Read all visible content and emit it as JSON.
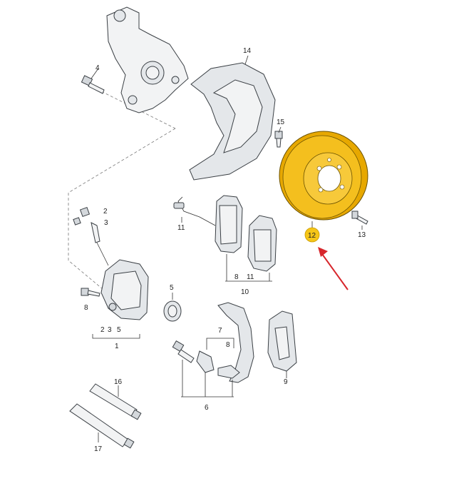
{
  "labels": {
    "l1": "1",
    "l2": "2",
    "l3": "3",
    "l4": "4",
    "l5": "5",
    "l6": "6",
    "l7": "7",
    "l8a": "8",
    "l8b": "8",
    "l8c": "8",
    "l9": "9",
    "l10": "10",
    "l11a": "11",
    "l11b": "11",
    "l12": "12",
    "l13": "13",
    "l14": "14",
    "l15": "15",
    "l16": "16",
    "l17": "17",
    "g1_2": "2",
    "g1_3": "3",
    "g1_5": "5",
    "g7_7": "7",
    "g7_8": "8"
  },
  "colors": {
    "highlight": "#f5c518",
    "arrow": "#d7262c",
    "line": "#3a3f44"
  }
}
